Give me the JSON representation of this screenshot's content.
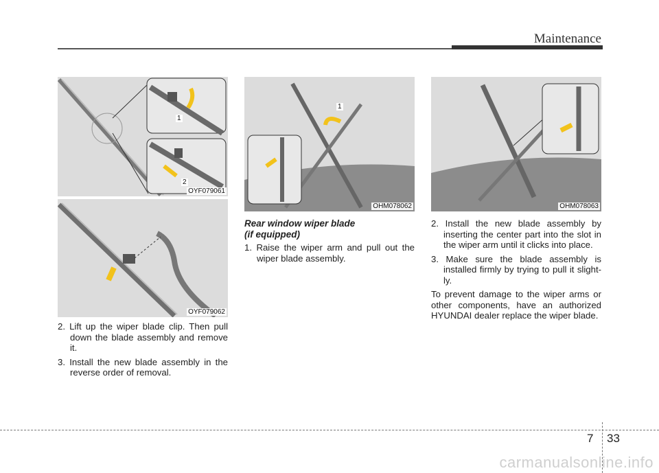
{
  "header": {
    "section_title": "Maintenance"
  },
  "figures": {
    "fig1": {
      "code": "OYF079061",
      "callouts": [
        "1",
        "2"
      ]
    },
    "fig2": {
      "code": "OYF079062"
    },
    "fig3": {
      "code": "OHM078062",
      "callouts": [
        "1"
      ]
    },
    "fig4": {
      "code": "OHM078063"
    }
  },
  "left_column": {
    "steps": [
      "2. Lift up the wiper blade clip. Then pull down the blade assembly and remove it.",
      "3. Install the new blade assembly in the reverse order of removal."
    ]
  },
  "middle_column": {
    "title_line1": "Rear window wiper blade",
    "title_line2": "(if equipped)",
    "steps": [
      "1. Raise the wiper arm and pull out the wiper blade assembly."
    ]
  },
  "right_column": {
    "steps": [
      "2. Install the new blade assembly by inserting the center part into the slot in the wiper arm until it clicks into place.",
      "3. Make sure the blade assembly is installed firmly by trying to pull it slight-ly."
    ],
    "note": "To prevent damage to the wiper arms or other components, have an authorized HYUNDAI dealer replace the wiper blade."
  },
  "footer": {
    "chapter": "7",
    "page": "33",
    "watermark": "carmanualsonline.info"
  },
  "colors": {
    "arrow": "#f2c21b",
    "figure_bg": "#dcdcdc",
    "car_body": "#8c8c8c"
  }
}
